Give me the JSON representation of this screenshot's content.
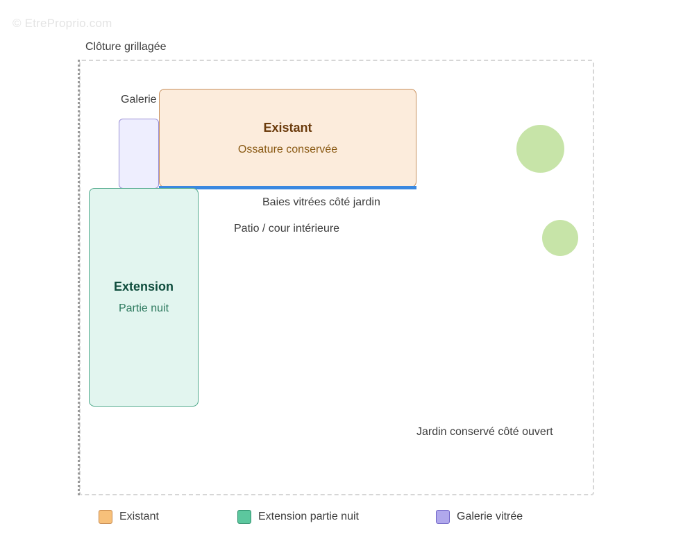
{
  "watermark": "© EtreProprio.com",
  "labels": {
    "fence": "Clôture grillagée",
    "galerie": "Galerie",
    "baies": "Baies vitrées côté jardin",
    "patio": "Patio / cour intérieure",
    "jardin": "Jardin conservé côté ouvert"
  },
  "blocks": {
    "existant": {
      "title": "Existant",
      "subtitle": "Ossature conservée"
    },
    "extension": {
      "title": "Extension",
      "subtitle": "Partie nuit"
    }
  },
  "legend": [
    {
      "label": "Existant",
      "color": "#f7c07a"
    },
    {
      "label": "Extension partie nuit",
      "color": "#5cc79e"
    },
    {
      "label": "Galerie vitrée",
      "color": "#b0a8ec"
    }
  ],
  "colors": {
    "existant_fill": "#fcecdc",
    "extension_fill": "#e2f5ef",
    "galerie_fill": "#eeeefe",
    "baie_line": "#3a88e0",
    "tree": "#c7e4a8"
  }
}
